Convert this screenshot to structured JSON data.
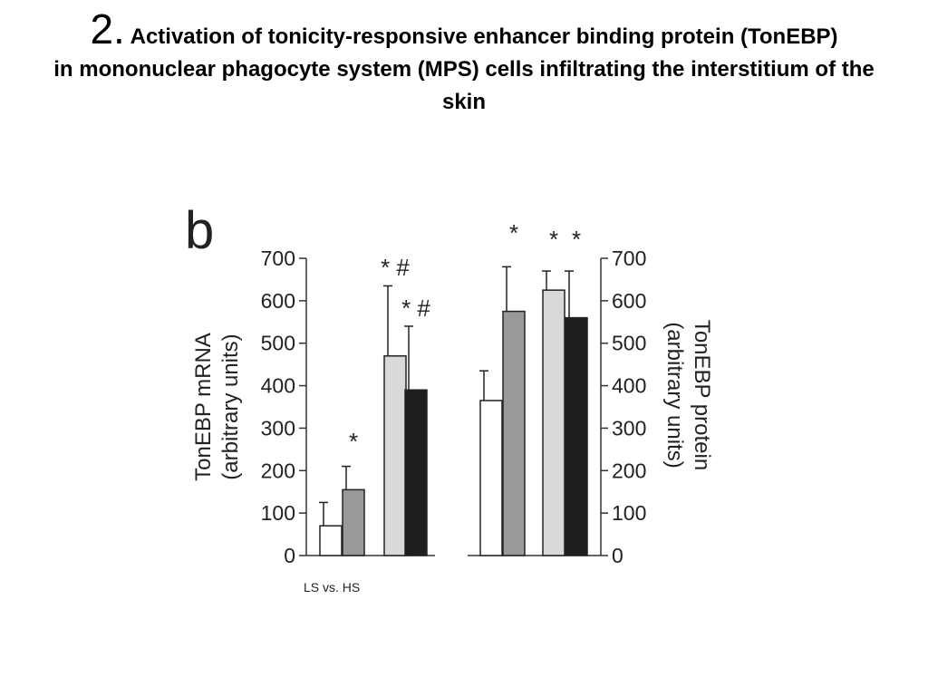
{
  "slide": {
    "number": "2.",
    "title_line1": "Activation of tonicity-responsive enhancer binding protein (TonEBP)",
    "title_line2": "in mononuclear phagocyte system (MPS) cells infiltrating the interstitium of the skin"
  },
  "figure": {
    "panel_label": "b",
    "comparison_label": "LS  vs. HS"
  },
  "chart_data": [
    {
      "type": "bar",
      "ylabel_line1": "TonEBP mRNA",
      "ylabel_line2": "(arbitrary units)",
      "ylim": [
        0,
        700
      ],
      "yticks": [
        "0",
        "100",
        "200",
        "300",
        "400",
        "500",
        "600",
        "700"
      ],
      "axis_side": "left",
      "grid": false,
      "values": [
        70,
        155,
        470,
        390
      ],
      "errors": [
        55,
        55,
        165,
        150
      ],
      "fills": [
        "#ffffff",
        "#999999",
        "#d9d9d9",
        "#1e1e1e"
      ],
      "annotations": [
        "",
        "*",
        "* #",
        "* #"
      ]
    },
    {
      "type": "bar",
      "ylabel_line1": "TonEBP protein",
      "ylabel_line2": "(arbitrary units)",
      "ylim": [
        0,
        700
      ],
      "yticks": [
        "0",
        "100",
        "200",
        "300",
        "400",
        "500",
        "600",
        "700"
      ],
      "axis_side": "right",
      "grid": false,
      "values": [
        365,
        575,
        625,
        560
      ],
      "errors": [
        70,
        105,
        45,
        110
      ],
      "fills": [
        "#ffffff",
        "#999999",
        "#d9d9d9",
        "#1e1e1e"
      ],
      "annotations": [
        "",
        "*",
        "*",
        "*"
      ]
    }
  ]
}
